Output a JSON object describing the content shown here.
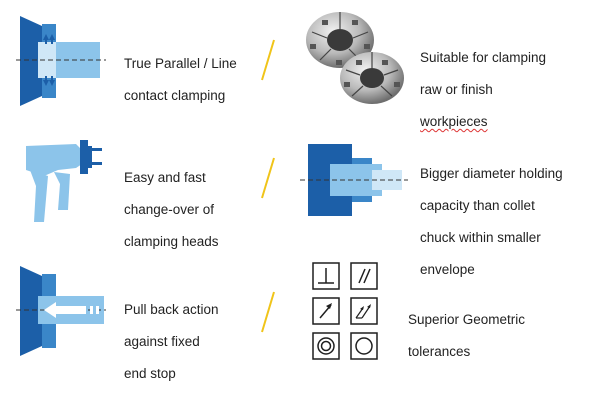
{
  "features": [
    {
      "left": {
        "lines": [
          "True Parallel / Line",
          "contact clamping"
        ]
      },
      "right": {
        "lines": [
          "Suitable for clamping",
          "raw or finish",
          "workpieces"
        ]
      }
    },
    {
      "left": {
        "lines": [
          "Easy and fast",
          "change-over of",
          "clamping heads"
        ]
      },
      "right": {
        "lines": [
          "Bigger diameter holding",
          "capacity than collet",
          "chuck within smaller",
          "envelope"
        ]
      }
    },
    {
      "left": {
        "lines": [
          "Pull back action",
          "against fixed",
          "end stop"
        ]
      },
      "right": {
        "lines": [
          "Superior Geometric",
          "tolerances"
        ]
      }
    }
  ],
  "colors": {
    "dark_blue": "#1c5fa8",
    "mid_blue": "#3a86c8",
    "light_blue": "#8cc4ea",
    "pale_blue": "#cfe7f7",
    "accent_yellow": "#f0c419",
    "text": "#222222"
  },
  "icons": [
    "parallel-clamp-diagram-icon",
    "clamping-heads-photo-icon",
    "change-over-tool-icon",
    "chuck-capacity-diagram-icon",
    "pull-back-diagram-icon",
    "geometric-tolerance-symbols-icon"
  ],
  "tolerance_symbols": [
    "perpendicularity",
    "parallelism",
    "circular-runout",
    "total-runout",
    "concentricity",
    "circularity"
  ]
}
